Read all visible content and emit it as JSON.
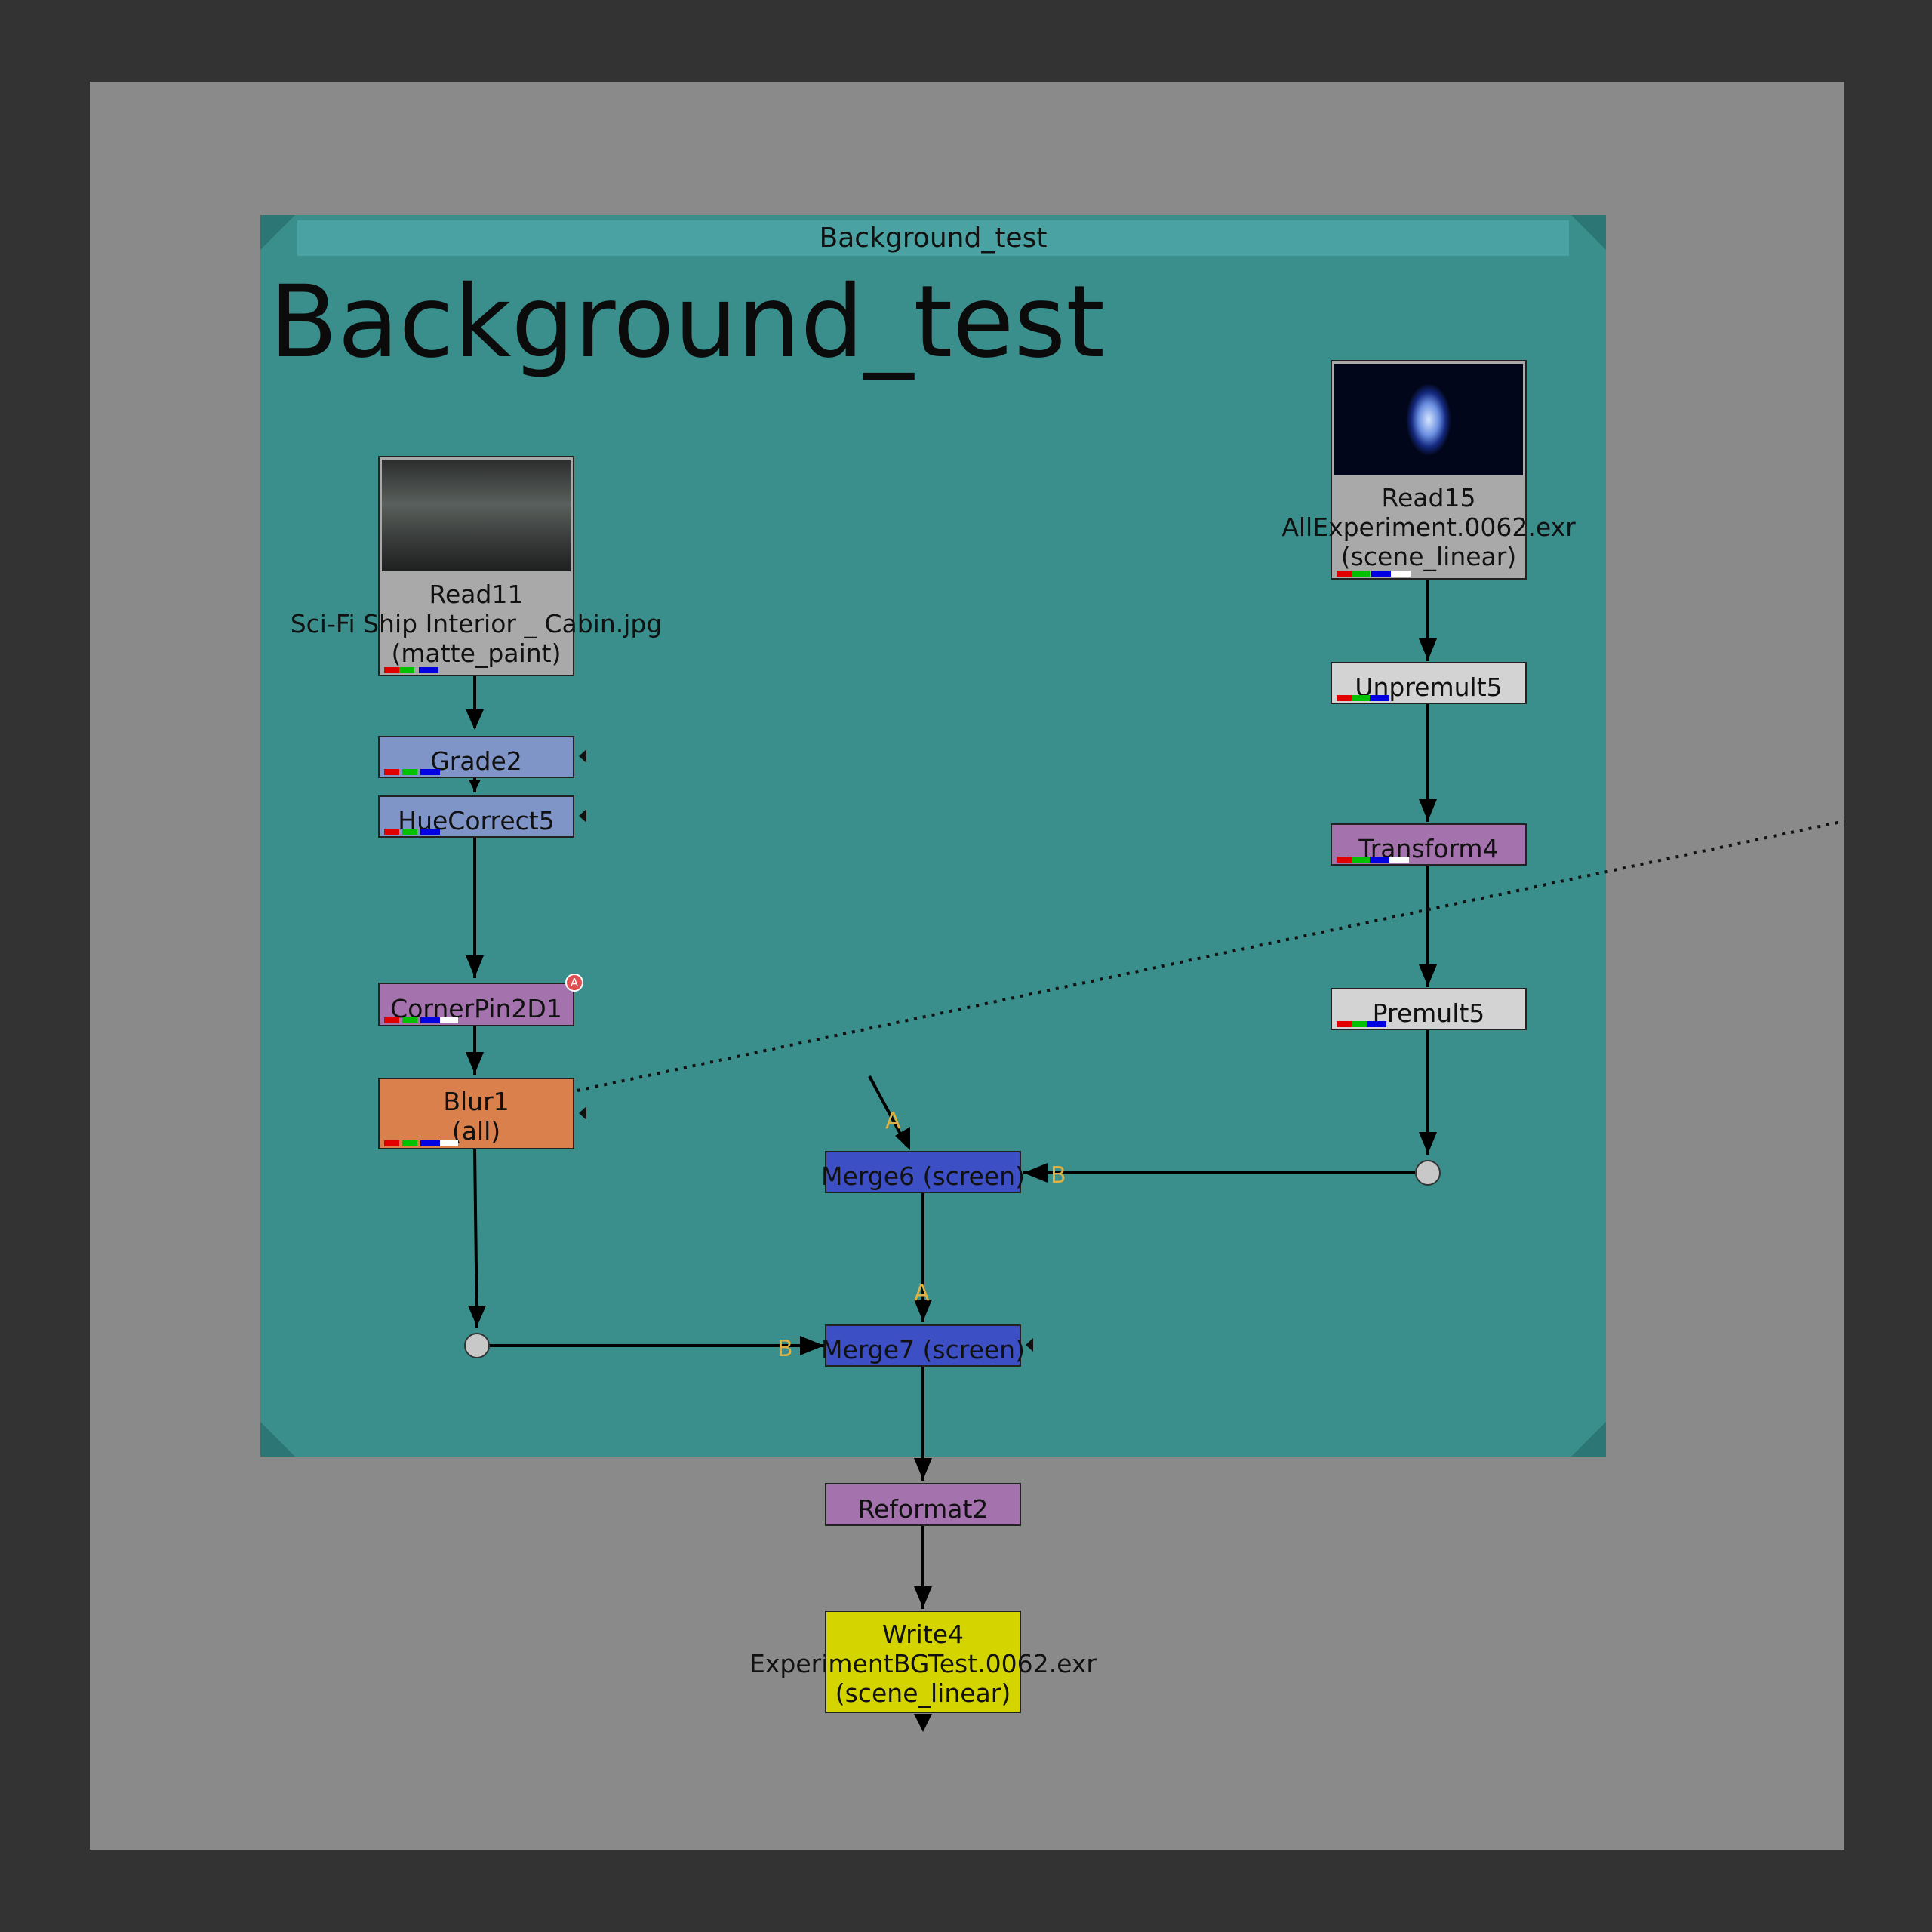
{
  "backdrop": {
    "title": "Background_test",
    "label": "Background_test",
    "color": "#3a8f8d"
  },
  "nodes": {
    "read11": {
      "name": "Read11",
      "file": "Sci-Fi Ship Interior _ Cabin.jpg",
      "colorspace": "(matte_paint)",
      "thumb": "dark ship interior"
    },
    "grade2": {
      "name": "Grade2"
    },
    "huecorrect5": {
      "name": "HueCorrect5"
    },
    "cornerpin": {
      "name": "CornerPin2D1",
      "badge": "A"
    },
    "blur1": {
      "name": "Blur1",
      "sub": "(all)"
    },
    "read15": {
      "name": "Read15",
      "file": "AllExperiment.0062.exr",
      "colorspace": "(scene_linear)",
      "thumb": "blue face"
    },
    "unpremult5": {
      "name": "Unpremult5"
    },
    "transform4": {
      "name": "Transform4"
    },
    "premult5": {
      "name": "Premult5"
    },
    "merge6": {
      "name": "Merge6 (screen)"
    },
    "merge7": {
      "name": "Merge7 (screen)"
    },
    "reformat2": {
      "name": "Reformat2"
    },
    "write4": {
      "name": "Write4",
      "file": "ExperimentBGTest.0062.exr",
      "colorspace": "(scene_linear)"
    }
  },
  "pipes": {
    "a": "A",
    "b": "B"
  },
  "colors": {
    "blue_node": "#7f95c8",
    "purple_node": "#a472ac",
    "grey_node": "#d3d3d3",
    "orange_node": "#d9804d",
    "merge_node": "#3d4fc4",
    "write_node": "#d4d400"
  }
}
